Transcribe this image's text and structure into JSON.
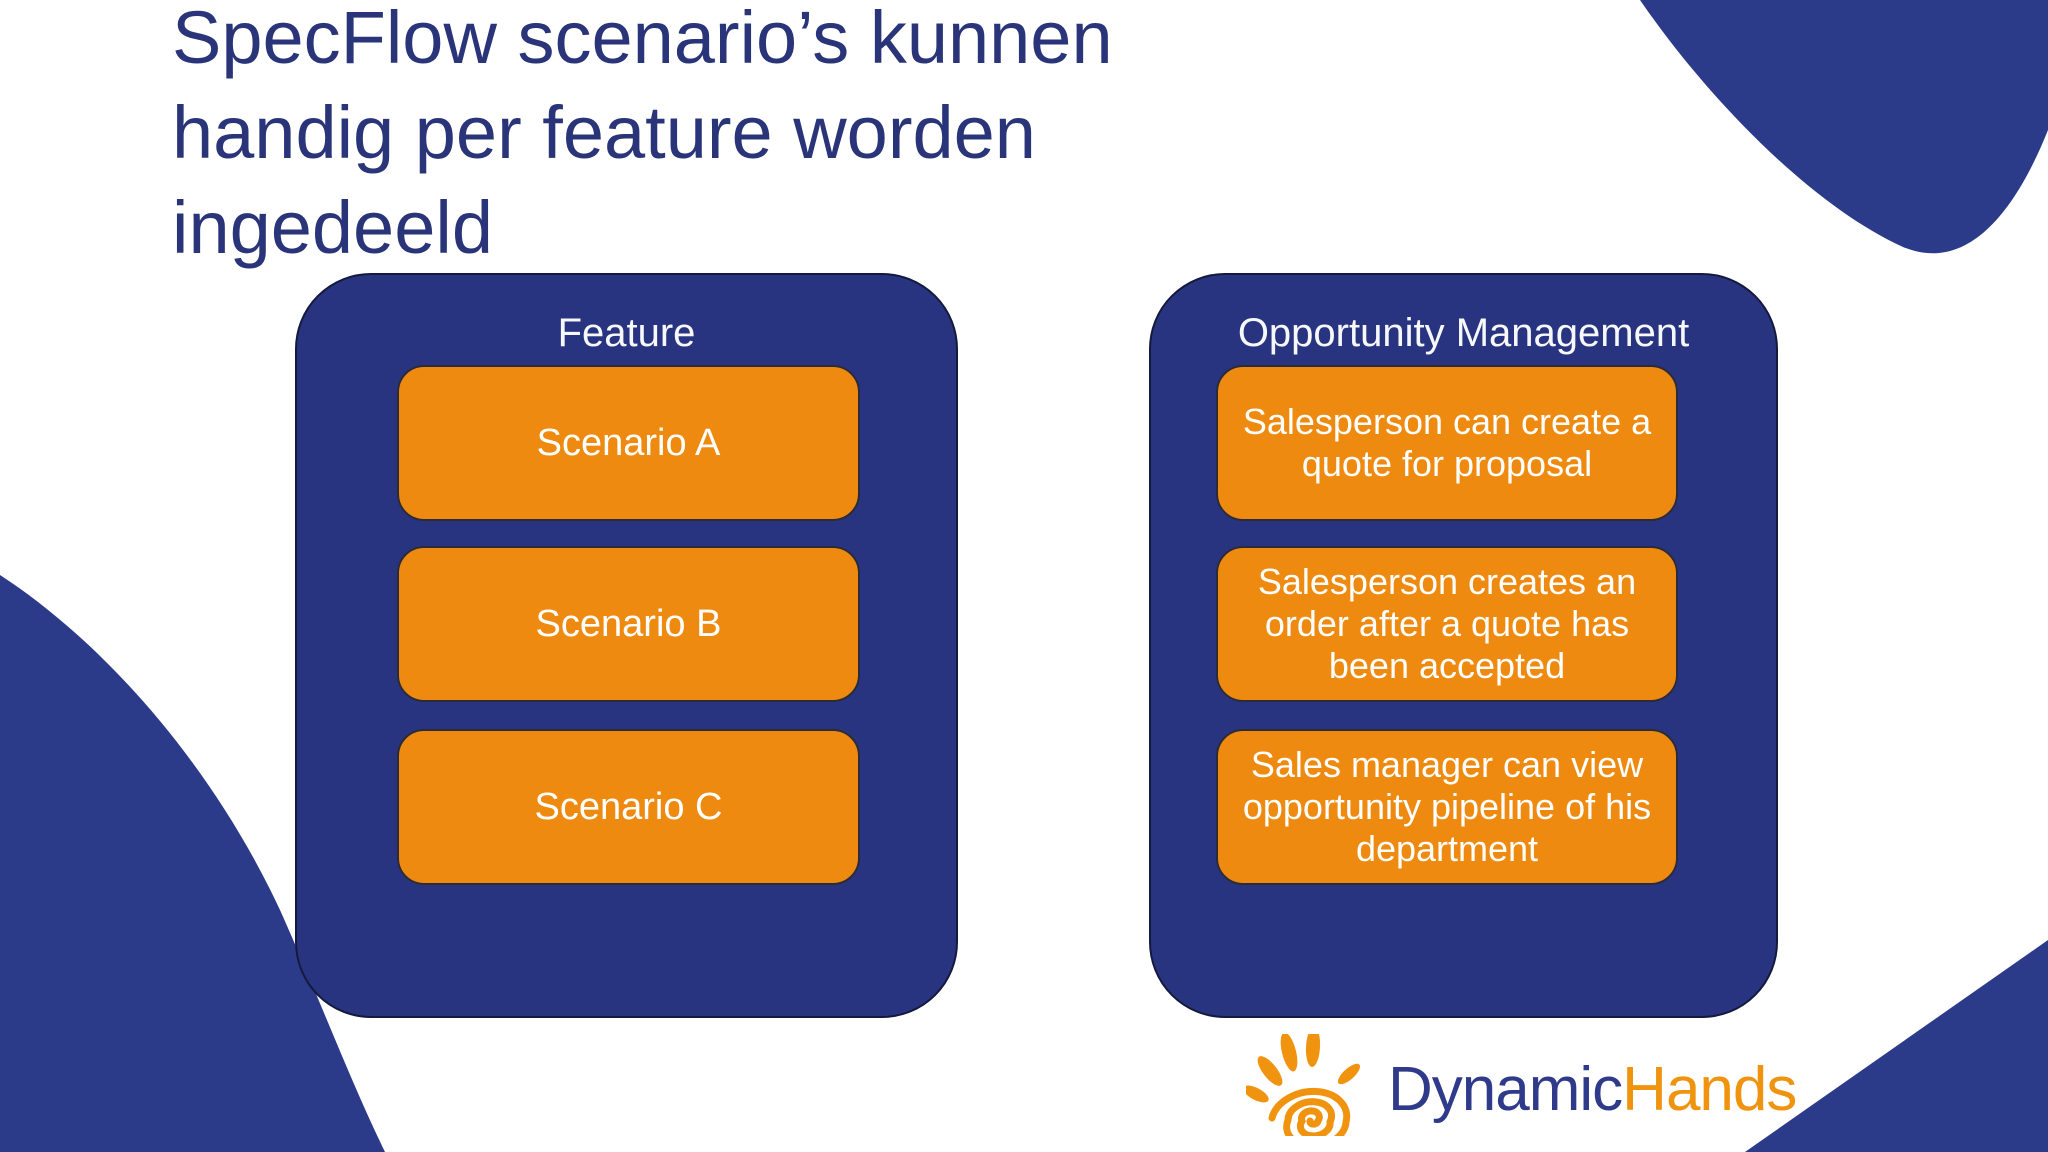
{
  "title": {
    "lines": [
      "SpecFlow scenario’s kunnen",
      "handig per feature worden",
      "ingedeeld"
    ]
  },
  "panels": [
    {
      "heading": "Feature",
      "cards": [
        "Scenario A",
        "Scenario B",
        "Scenario C"
      ]
    },
    {
      "heading": "Opportunity Management",
      "cards": [
        "Salesperson can create a quote for proposal",
        "Salesperson creates an order after a quote has been accepted",
        "Sales manager can view opportunity pipeline of his department"
      ]
    }
  ],
  "footer_logo": {
    "brand_first": "Dynamic",
    "brand_second": "Hands",
    "icon": "hand-spiral-icon"
  },
  "colors": {
    "panel_navy": "#293481",
    "decor_navy": "#2c3a8a",
    "card_orange": "#ee8a10",
    "card_text": "#ffffff",
    "title_text": "#2a3479",
    "logo_blue": "#2f3b8a",
    "logo_orange": "#f0930f"
  }
}
